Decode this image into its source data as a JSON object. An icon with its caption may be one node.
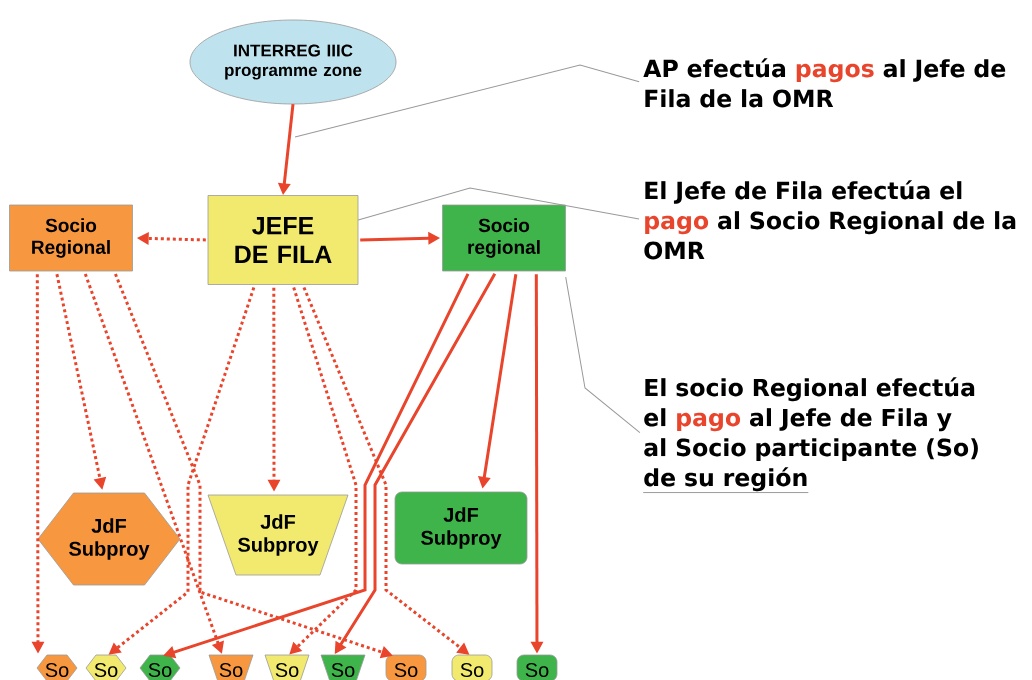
{
  "diagram": {
    "nodes": [
      {
        "text": [
          "INTERREG IIIC programme zone"
        ]
      },
      {
        "text": [
          "JEFE DE FILA"
        ]
      },
      {
        "text": [
          "Socio Regional"
        ]
      },
      {
        "text": [
          "Socio regional"
        ]
      },
      {
        "text": [
          "JdF Subproy"
        ]
      },
      {
        "text": [
          "JdF Subproy"
        ]
      },
      {
        "text": [
          "JdF Subproy"
        ]
      },
      {
        "text": [
          "So"
        ]
      },
      {
        "text": [
          "So"
        ]
      },
      {
        "text": [
          "So"
        ]
      },
      {
        "text": [
          "So"
        ]
      },
      {
        "text": [
          "So"
        ]
      },
      {
        "text": [
          "So"
        ]
      },
      {
        "text": [
          "So"
        ]
      },
      {
        "text": [
          "So"
        ]
      },
      {
        "text": [
          "So"
        ]
      },
      {
        "text": [
          "AP efectúa",
          "pagos",
          "al Jefe de Fila de la OMR"
        ]
      },
      {
        "text": [
          "El Jefe de Fila efectúa el",
          "pago",
          "al Socio Regional de la OMR"
        ]
      },
      {
        "text": [
          "El socio Regional efectúa el",
          "pago",
          "al Jefe de Fila y al Socio participante (So)",
          "de su región"
        ]
      }
    ],
    "edges": [
      {
        "from": 0,
        "to": 1,
        "arrow": "to"
      },
      {
        "from": 1,
        "to": 2,
        "arrow": "to",
        "style": "dashed"
      },
      {
        "from": 1,
        "to": 3,
        "arrow": "to"
      },
      {
        "from": 2,
        "to": 7,
        "arrow": "to",
        "style": "dashed"
      },
      {
        "from": 2,
        "to": 4,
        "arrow": "to",
        "style": "dashed"
      },
      {
        "from": 2,
        "to": 10,
        "arrow": "to",
        "style": "dashed"
      },
      {
        "from": 2,
        "to": 13,
        "arrow": "to",
        "style": "dashed"
      },
      {
        "from": 1,
        "to": 8,
        "arrow": "to",
        "style": "dashed"
      },
      {
        "from": 1,
        "to": 5,
        "arrow": "to",
        "style": "dashed"
      },
      {
        "from": 1,
        "to": 11,
        "arrow": "to",
        "style": "dashed"
      },
      {
        "from": 1,
        "to": 14,
        "arrow": "to",
        "style": "dashed"
      },
      {
        "from": 3,
        "to": 9,
        "arrow": "to"
      },
      {
        "from": 3,
        "to": 12,
        "arrow": "to"
      },
      {
        "from": 3,
        "to": 6,
        "arrow": "to"
      },
      {
        "from": 3,
        "to": 15,
        "arrow": "to"
      },
      {
        "from": 16,
        "to": null,
        "arrow": "none",
        "color": "#999999"
      },
      {
        "from": 17,
        "to": 1,
        "arrow": "none",
        "color": "#999999"
      },
      {
        "from": 18,
        "to": 3,
        "arrow": "none",
        "color": "#999999"
      }
    ]
  }
}
